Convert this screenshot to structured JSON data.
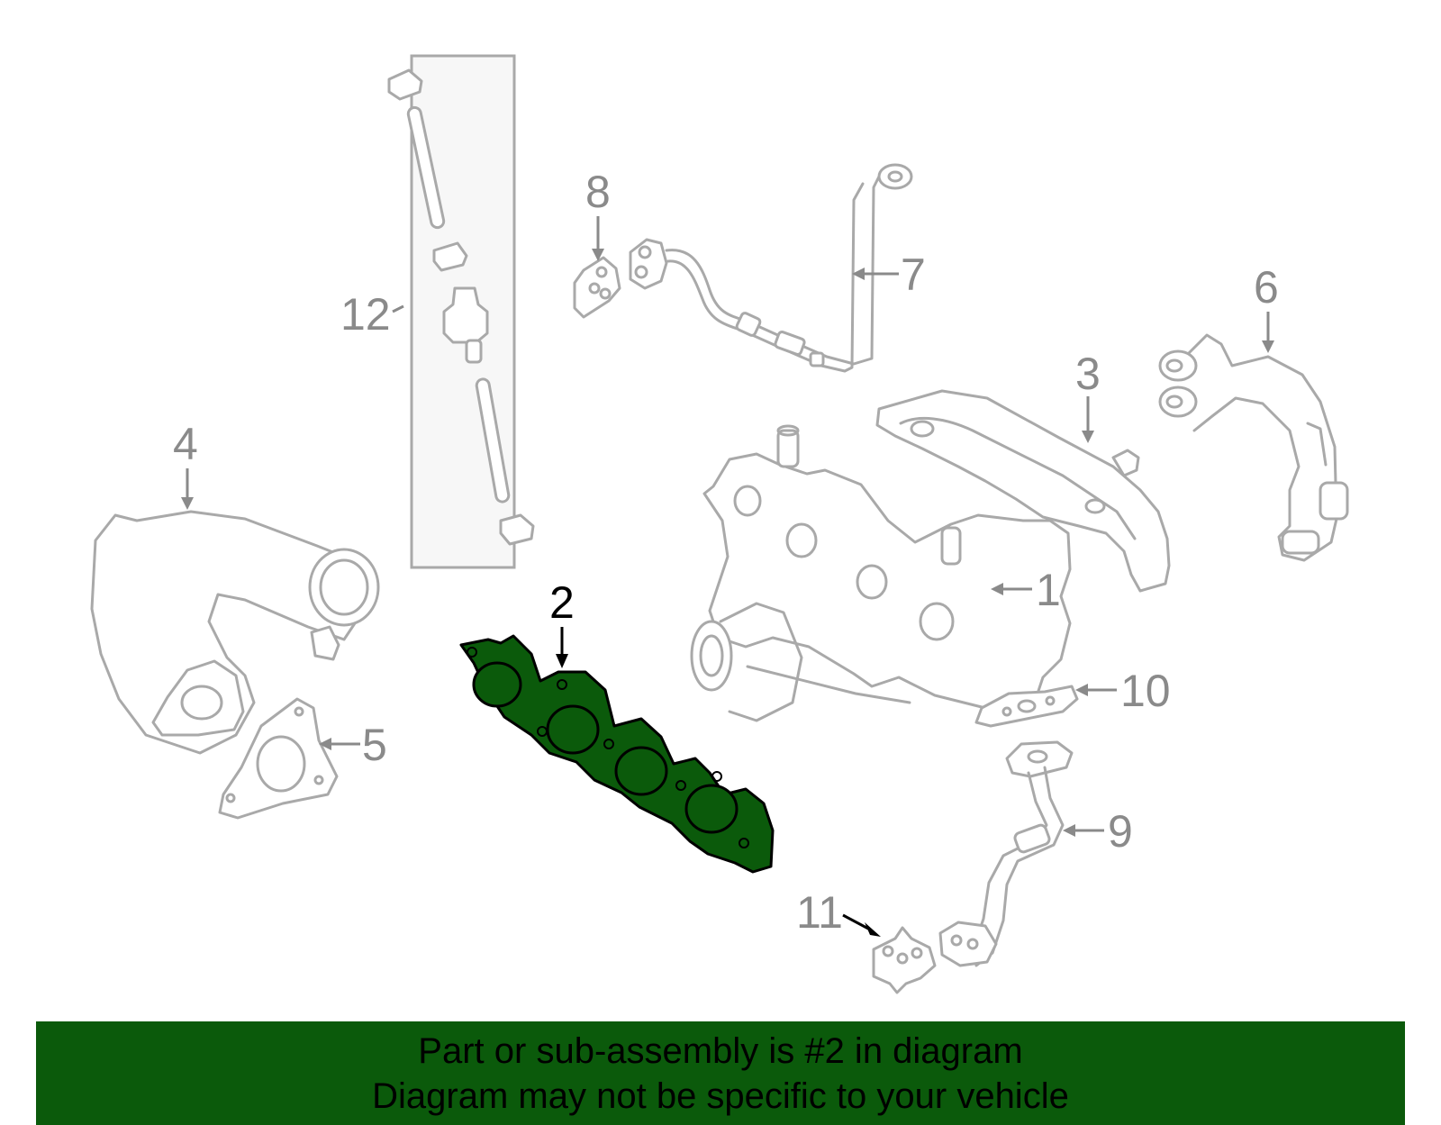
{
  "callouts": [
    {
      "id": "1",
      "label": "1",
      "highlighted": false
    },
    {
      "id": "2",
      "label": "2",
      "highlighted": true
    },
    {
      "id": "3",
      "label": "3",
      "highlighted": false
    },
    {
      "id": "4",
      "label": "4",
      "highlighted": false
    },
    {
      "id": "5",
      "label": "5",
      "highlighted": false
    },
    {
      "id": "6",
      "label": "6",
      "highlighted": false
    },
    {
      "id": "7",
      "label": "7",
      "highlighted": false
    },
    {
      "id": "8",
      "label": "8",
      "highlighted": false
    },
    {
      "id": "9",
      "label": "9",
      "highlighted": false
    },
    {
      "id": "10",
      "label": "10",
      "highlighted": false
    },
    {
      "id": "11",
      "label": "11",
      "highlighted": true
    },
    {
      "id": "12",
      "label": "12",
      "highlighted": false
    }
  ],
  "colors": {
    "highlight_part": "#0b5a0b",
    "banner": "#0b5a0b",
    "part_outline": "#a9a9a9",
    "callout_text": "#8a8a8a"
  },
  "banner": {
    "line1": "Part or sub-assembly is #2 in diagram",
    "line2": "Diagram may not be specific to your vehicle"
  }
}
